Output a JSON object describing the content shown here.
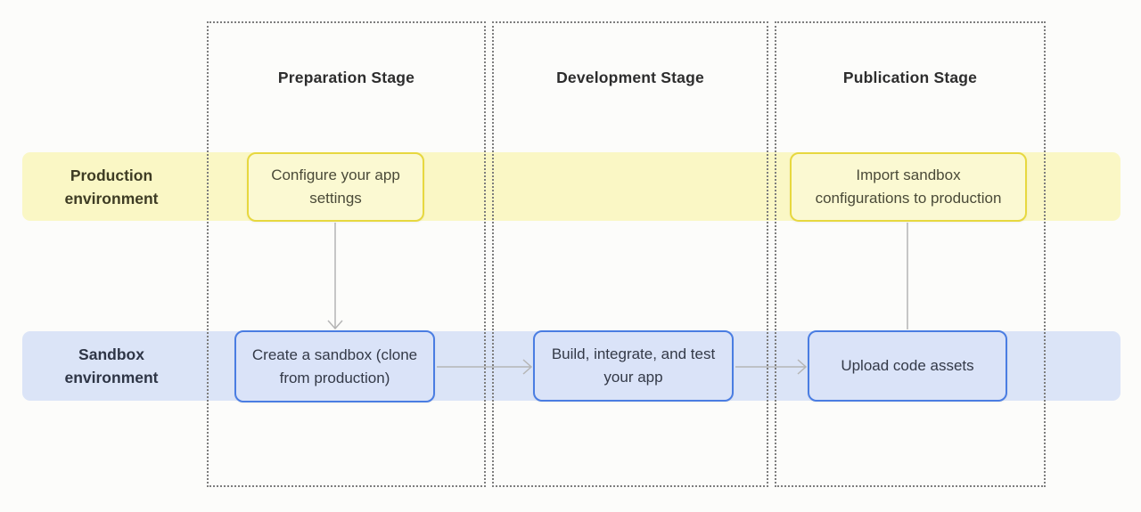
{
  "diagram": {
    "stage_columns": [
      {
        "label": "Preparation Stage"
      },
      {
        "label": "Development Stage"
      },
      {
        "label": "Publication Stage"
      }
    ],
    "environment_rows": [
      {
        "label": [
          "Production",
          "environment"
        ]
      },
      {
        "label": [
          "Sandbox",
          "environment"
        ]
      }
    ],
    "nodes": {
      "configure_app": [
        "Configure your app",
        "settings"
      ],
      "import_config": [
        "Import sandbox",
        "configurations to production"
      ],
      "create_sandbox": [
        "Create a sandbox (clone",
        "from production)"
      ],
      "build_test": [
        "Build, integrate, and test",
        "your app"
      ],
      "upload_assets": "Upload code assets"
    },
    "colors": {
      "production_band": "#faf7c5",
      "production_node_fill": "#fbf9d2",
      "production_node_border": "#e7d83f",
      "sandbox_band": "#dbe4f7",
      "sandbox_node_fill": "#dae3f8",
      "sandbox_node_border": "#4a7de2",
      "connector": "#b5b5b5",
      "column_border": "#7d7d7d"
    }
  }
}
